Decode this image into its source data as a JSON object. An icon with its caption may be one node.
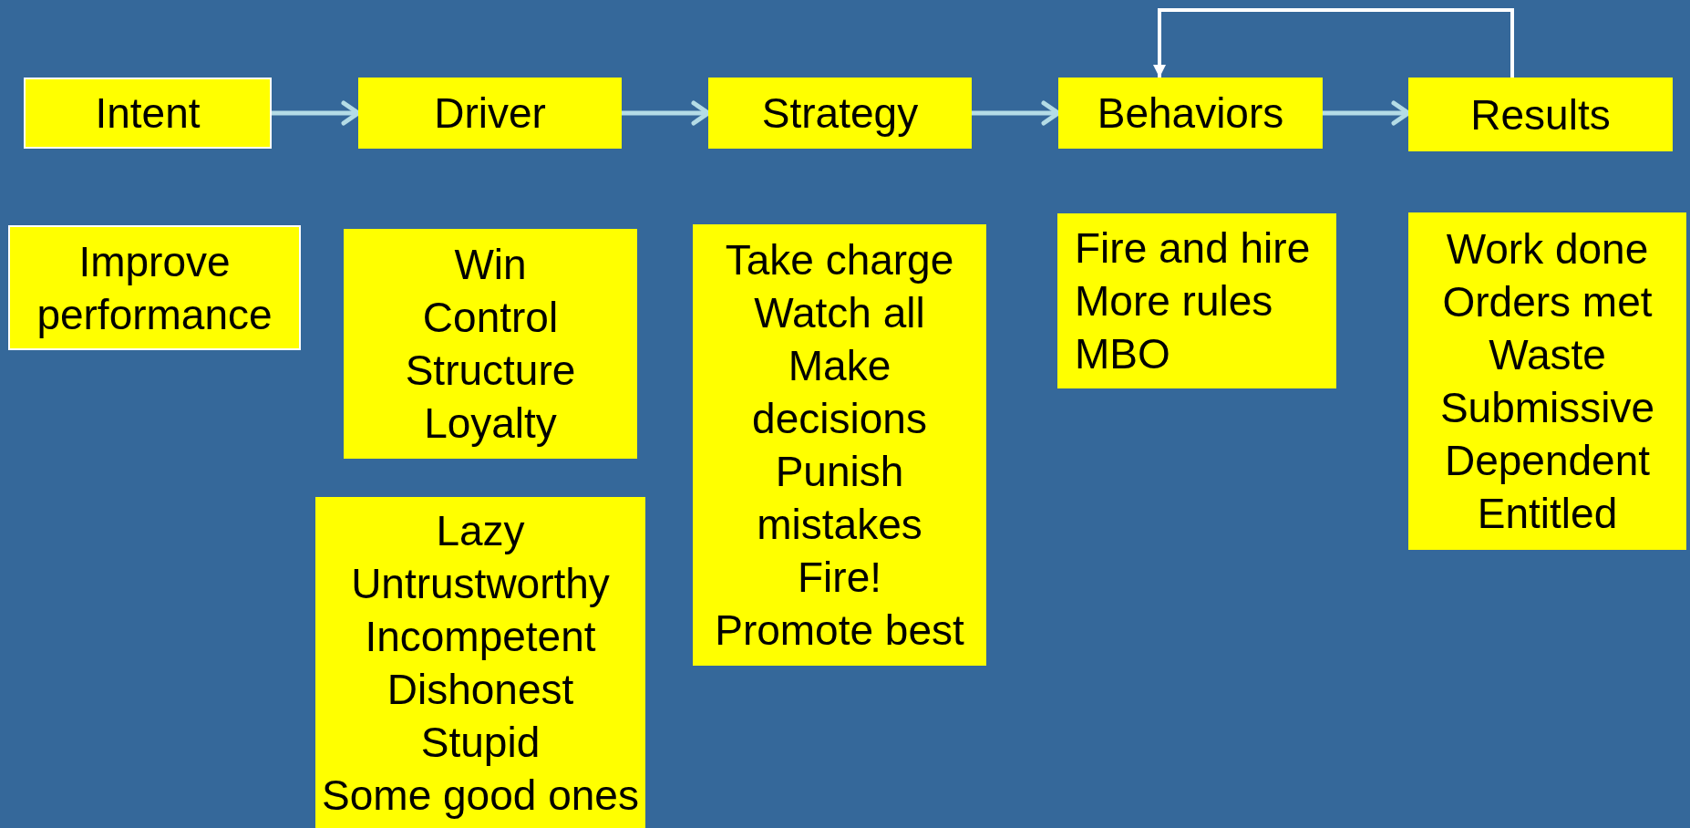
{
  "diagram": {
    "nodes": [
      {
        "text": [
          "Intent"
        ]
      },
      {
        "text": [
          "Driver"
        ]
      },
      {
        "text": [
          "Strategy"
        ]
      },
      {
        "text": [
          "Behaviors"
        ]
      },
      {
        "text": [
          "Results"
        ]
      },
      {
        "text": [
          "Improve performance"
        ]
      },
      {
        "text": [
          "Win",
          "Control",
          "Structure",
          "Loyalty"
        ]
      },
      {
        "text": [
          "Lazy",
          "Untrustworthy",
          "Incompetent",
          "Dishonest",
          "Stupid",
          "Some good ones"
        ]
      },
      {
        "text": [
          "Take charge",
          "Watch all",
          "Make decisions",
          "Punish mistakes",
          "Fire!",
          "Promote best"
        ]
      },
      {
        "text": [
          "Fire and hire",
          "More rules",
          "MBO"
        ]
      },
      {
        "text": [
          "Work done",
          "Orders met",
          "Waste",
          "Submissive",
          "Dependent",
          "Entitled"
        ]
      }
    ],
    "edges": [
      {
        "from": 0,
        "to": 1,
        "arrow": "to"
      },
      {
        "from": 1,
        "to": 2,
        "arrow": "to"
      },
      {
        "from": 2,
        "to": 3,
        "arrow": "to"
      },
      {
        "from": 3,
        "to": 4,
        "arrow": "to"
      },
      {
        "from": 4,
        "to": 3,
        "arrow": "to",
        "color": "#ffffff"
      }
    ]
  }
}
